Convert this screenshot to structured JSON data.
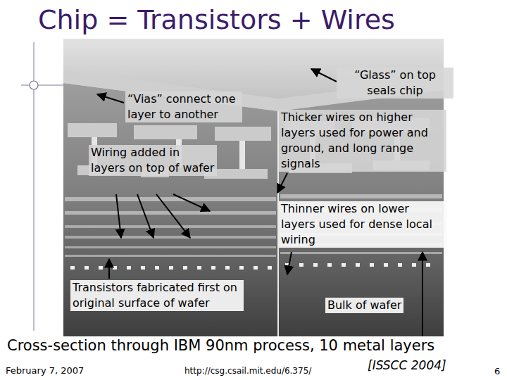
{
  "diagram": {
    "title": "Chip = Transistors + Wires",
    "caption": "Cross-section through IBM 90nm process, 10 metal layers",
    "labels": [
      "“Vias” connect one layer to another",
      "Wiring added in layers on top of wafer",
      "“Glass” on top seals chip",
      "Thicker wires on higher layers used for power and ground, and long range signals",
      "Thinner wires on lower layers used for dense local wiring",
      "Transistors fabricated first on original surface of wafer",
      "Bulk of wafer",
      "February 7, 2007",
      "http://csg.csail.mit.edu/6.375/",
      "[ISSCC 2004]",
      "6"
    ]
  }
}
